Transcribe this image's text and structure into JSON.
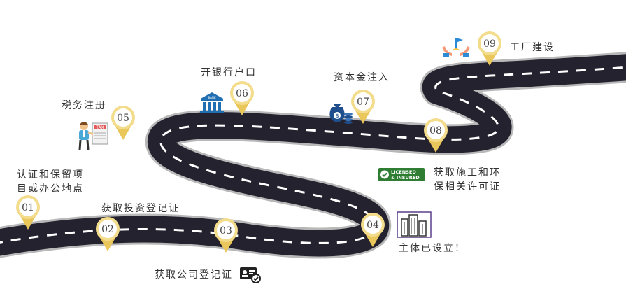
{
  "colors": {
    "road": "#25222f",
    "road_edge": "#b8b8b8",
    "dash": "#ffffff",
    "pin_fill": "#ffffff",
    "pin_ring": "#f3dc8c",
    "pin_tip": "#e9c75b",
    "text": "#333333"
  },
  "steps": [
    {
      "num": "01",
      "line1": "认证和保留项",
      "line2": "目或办公地点",
      "icon": "none"
    },
    {
      "num": "02",
      "line1": "获取投资登记证",
      "line2": "",
      "icon": "none"
    },
    {
      "num": "03",
      "line1": "获取公司登记证",
      "line2": "",
      "icon": "id-card-check-icon"
    },
    {
      "num": "04",
      "line1": "主体已设立！",
      "line2": "",
      "icon": "buildings-icon"
    },
    {
      "num": "05",
      "line1": "税务注册",
      "line2": "",
      "icon": "tax-man-icon"
    },
    {
      "num": "06",
      "line1": "开银行户口",
      "line2": "",
      "icon": "bank-icon"
    },
    {
      "num": "07",
      "line1": "资本金注入",
      "line2": "",
      "icon": "money-bag-icon"
    },
    {
      "num": "08",
      "line1": "获取施工和环",
      "line2": "保相关许可证",
      "icon": "licensed-badge-icon"
    },
    {
      "num": "09",
      "line1": "工厂建设",
      "line2": "",
      "icon": "hands-flag-icon"
    }
  ],
  "icon_text": {
    "bank": "BANK",
    "tax": "TAX",
    "licensed_1": "LICENSED",
    "licensed_2": "& INSURED"
  }
}
